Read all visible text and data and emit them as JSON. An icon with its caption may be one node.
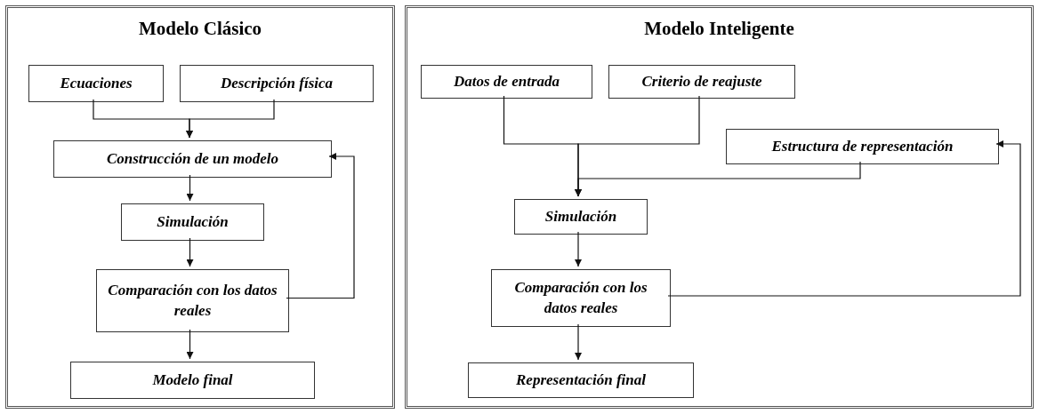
{
  "diagram": {
    "nodes": [
      {
        "text": [
          "Modelo Clásico"
        ]
      },
      {
        "text": [
          "Ecuaciones"
        ],
        "in": 0
      },
      {
        "text": [
          "Descripción física"
        ],
        "in": 0
      },
      {
        "text": [
          "Construcción de un modelo"
        ],
        "in": 0
      },
      {
        "text": [
          "Simulación"
        ],
        "in": 0
      },
      {
        "text": [
          "Comparación con los datos reales"
        ],
        "in": 0
      },
      {
        "text": [
          "Modelo final"
        ],
        "in": 0
      },
      {
        "text": [
          "Modelo Inteligente"
        ]
      },
      {
        "text": [
          "Datos de entrada"
        ],
        "in": 7
      },
      {
        "text": [
          "Criterio de reajuste"
        ],
        "in": 7
      },
      {
        "text": [
          "Estructura de representación"
        ],
        "in": 7
      },
      {
        "text": [
          "Simulación"
        ],
        "in": 7
      },
      {
        "text": [
          "Comparación con los datos reales"
        ],
        "in": 7
      },
      {
        "text": [
          "Representación final"
        ],
        "in": 7
      }
    ],
    "edges": [
      {
        "from": 1,
        "to": 3,
        "arrow": "to"
      },
      {
        "from": 2,
        "to": 3,
        "arrow": "to"
      },
      {
        "from": 3,
        "to": 4,
        "arrow": "to"
      },
      {
        "from": 4,
        "to": 5,
        "arrow": "to"
      },
      {
        "from": 5,
        "to": 3,
        "arrow": "to"
      },
      {
        "from": 5,
        "to": 6,
        "arrow": "to"
      },
      {
        "from": 8,
        "to": 11,
        "arrow": "to"
      },
      {
        "from": 9,
        "to": 11,
        "arrow": "to"
      },
      {
        "from": 10,
        "to": 11,
        "arrow": "to"
      },
      {
        "from": 11,
        "to": 12,
        "arrow": "to"
      },
      {
        "from": 12,
        "to": 10,
        "arrow": "to"
      },
      {
        "from": 12,
        "to": 13,
        "arrow": "to"
      }
    ]
  }
}
